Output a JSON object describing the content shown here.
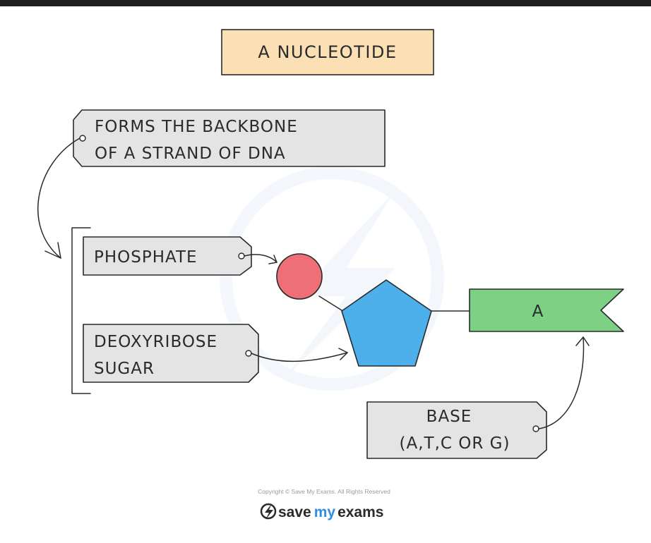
{
  "title": "A NUCLEOTIDE",
  "backbone_note": {
    "line1": "FORMS THE BACKBONE",
    "line2": "OF A STRAND OF DNA"
  },
  "phosphate": {
    "label": "PHOSPHATE"
  },
  "sugar": {
    "line1": "DEOXYRIBOSE",
    "line2": "SUGAR"
  },
  "base": {
    "symbol": "A",
    "line1": "BASE",
    "line2": "(A,T,C OR G)"
  },
  "footer": {
    "copyright": "Copyright © Save My Exams. All Rights Reserved",
    "brand_save": "save",
    "brand_my": "my",
    "brand_exams": "exams"
  },
  "colors": {
    "title_box": "#fbdfb5",
    "phosphate": "#ee6f76",
    "sugar": "#4eb0eb",
    "base": "#7ed184",
    "label_box": "#e4e4e4",
    "brand_blue": "#2f8de4"
  }
}
